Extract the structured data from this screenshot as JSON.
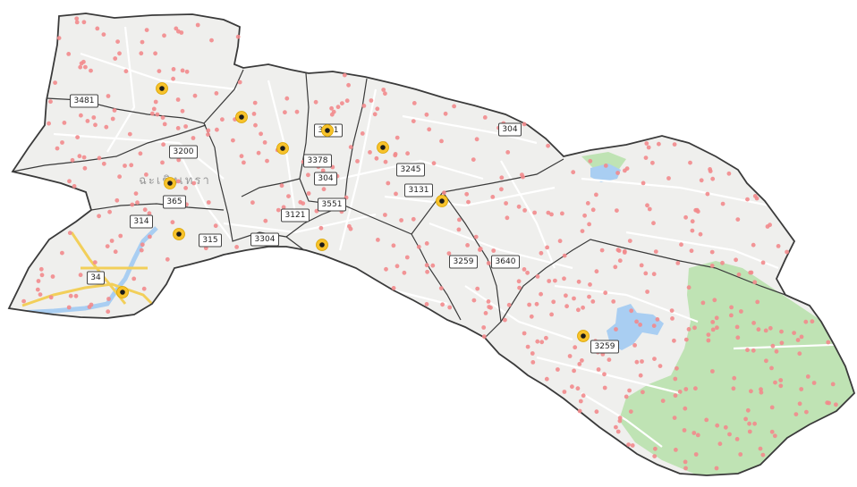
{
  "map": {
    "place_label": "ฉะเชิงเทรา",
    "colors": {
      "land": "#efefed",
      "border": "#3a3a3a",
      "forest": "#bfe3b4",
      "water": "#a9cef2",
      "road": "#ffffff",
      "highway": "#f2cf5a",
      "poi": "#f28a8c",
      "marker_outer": "#f7c22b",
      "marker_inner": "#1a1a1a"
    },
    "route_shields": [
      "3481",
      "3200",
      "365",
      "314",
      "315",
      "34",
      "3304",
      "3121",
      "3378",
      "304",
      "3551",
      "3481",
      "3245",
      "3131",
      "304",
      "3259",
      "3640",
      "3259"
    ],
    "icons": {
      "poi": "red-dot-icon",
      "district_office": "yellow-pin-icon"
    }
  }
}
